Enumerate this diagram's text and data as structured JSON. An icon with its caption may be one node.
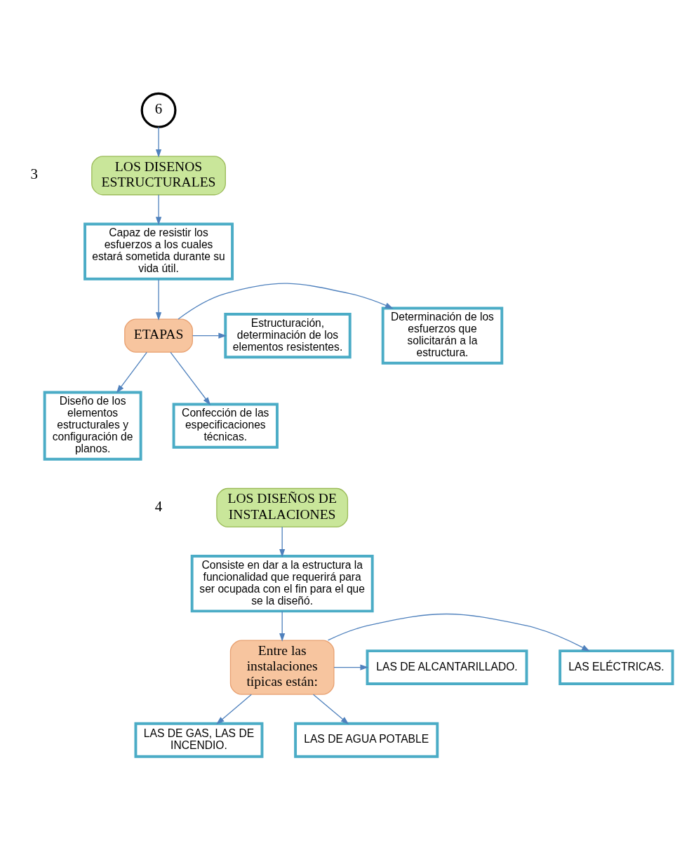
{
  "diagram": {
    "nodes": [
      {
        "text": [
          "6"
        ]
      },
      {
        "text": [
          "LOS DISENOS ESTRUCTURALES"
        ]
      },
      {
        "text": [
          "Capaz de resistir los esfuerzos a los cuales estará sometida durante su vida útil."
        ]
      },
      {
        "text": [
          "ETAPAS"
        ]
      },
      {
        "text": [
          "Determinación de los esfuerzos que solicitarán a la estructura."
        ]
      },
      {
        "text": [
          "Estructuración, determinación de los elementos resistentes."
        ]
      },
      {
        "text": [
          "Diseño de los elementos estructurales y configuración de planos."
        ]
      },
      {
        "text": [
          "Confección de las especificaciones técnicas."
        ]
      },
      {
        "text": [
          "LOS DISEÑOS DE INSTALACIONES"
        ]
      },
      {
        "text": [
          "Consiste en dar a la estructura la funcionalidad que requerirá para ser ocupada con el fin para el que se la diseñó."
        ]
      },
      {
        "text": [
          "Entre las instalaciones típicas están:"
        ]
      },
      {
        "text": [
          "LAS ELÉCTRICAS."
        ]
      },
      {
        "text": [
          "LAS DE ALCANTARILLADO."
        ]
      },
      {
        "text": [
          "LAS DE GAS, LAS DE INCENDIO."
        ]
      },
      {
        "text": [
          "LAS DE AGUA POTABLE"
        ]
      }
    ],
    "edges": [
      {
        "from": 0,
        "to": 1,
        "arrow": "to"
      },
      {
        "from": 1,
        "to": 2,
        "arrow": "to"
      },
      {
        "from": 2,
        "to": 3,
        "arrow": "to"
      },
      {
        "from": 3,
        "to": 4,
        "arrow": "to"
      },
      {
        "from": 3,
        "to": 5,
        "arrow": "to"
      },
      {
        "from": 3,
        "to": 6,
        "arrow": "to"
      },
      {
        "from": 3,
        "to": 7,
        "arrow": "to"
      },
      {
        "from": 8,
        "to": 9,
        "arrow": "to"
      },
      {
        "from": 9,
        "to": 10,
        "arrow": "to"
      },
      {
        "from": 10,
        "to": 11,
        "arrow": "to"
      },
      {
        "from": 10,
        "to": 12,
        "arrow": "to"
      },
      {
        "from": 10,
        "to": 13,
        "arrow": "to"
      },
      {
        "from": 10,
        "to": 14,
        "arrow": "to"
      }
    ],
    "labels": [
      "3",
      "4"
    ]
  }
}
